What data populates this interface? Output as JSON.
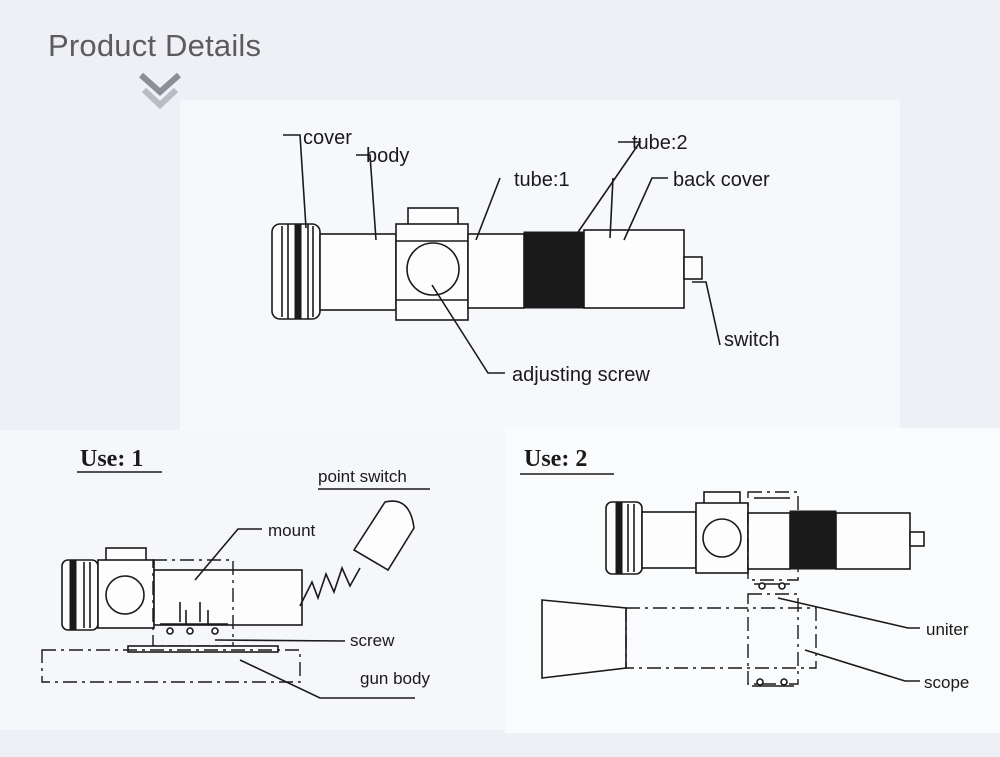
{
  "header": {
    "title": "Product Details"
  },
  "diagram_main": {
    "labels": {
      "cover": "cover",
      "body": "body",
      "tube1": "tube:1",
      "tube2": "tube:2",
      "back_cover": "back cover",
      "switch": "switch",
      "adjusting_screw": "adjusting screw"
    }
  },
  "use1": {
    "title": "Use: 1",
    "labels": {
      "point_switch": "point switch",
      "mount": "mount",
      "screw": "screw",
      "gun_body": "gun body"
    }
  },
  "use2": {
    "title": "Use: 2",
    "labels": {
      "uniter": "uniter",
      "scope": "scope"
    }
  }
}
